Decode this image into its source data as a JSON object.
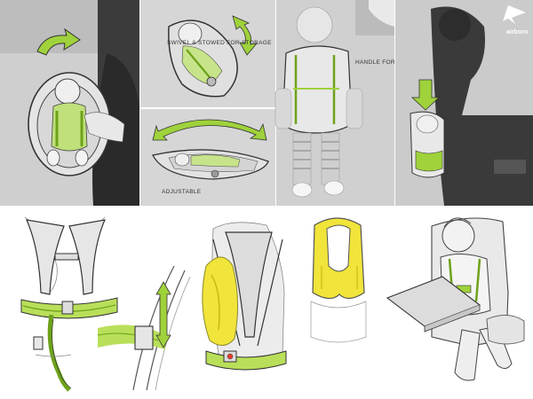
{
  "brand": {
    "name": "airborn",
    "logo_icon": "paper-plane-icon"
  },
  "colors": {
    "accent": "#9fd23b",
    "accent_dark": "#6da21a",
    "yellow": "#f1e43a",
    "photo_gray": "#c9c9c9",
    "sketch_line": "#3a3a3a"
  },
  "annotations": {
    "bracket_note": "SWIVEL & STOWED FOR STORAGE",
    "tray_note": "ADJUSTABLE",
    "handle_note": "HANDLE FOR QUICK USE"
  }
}
